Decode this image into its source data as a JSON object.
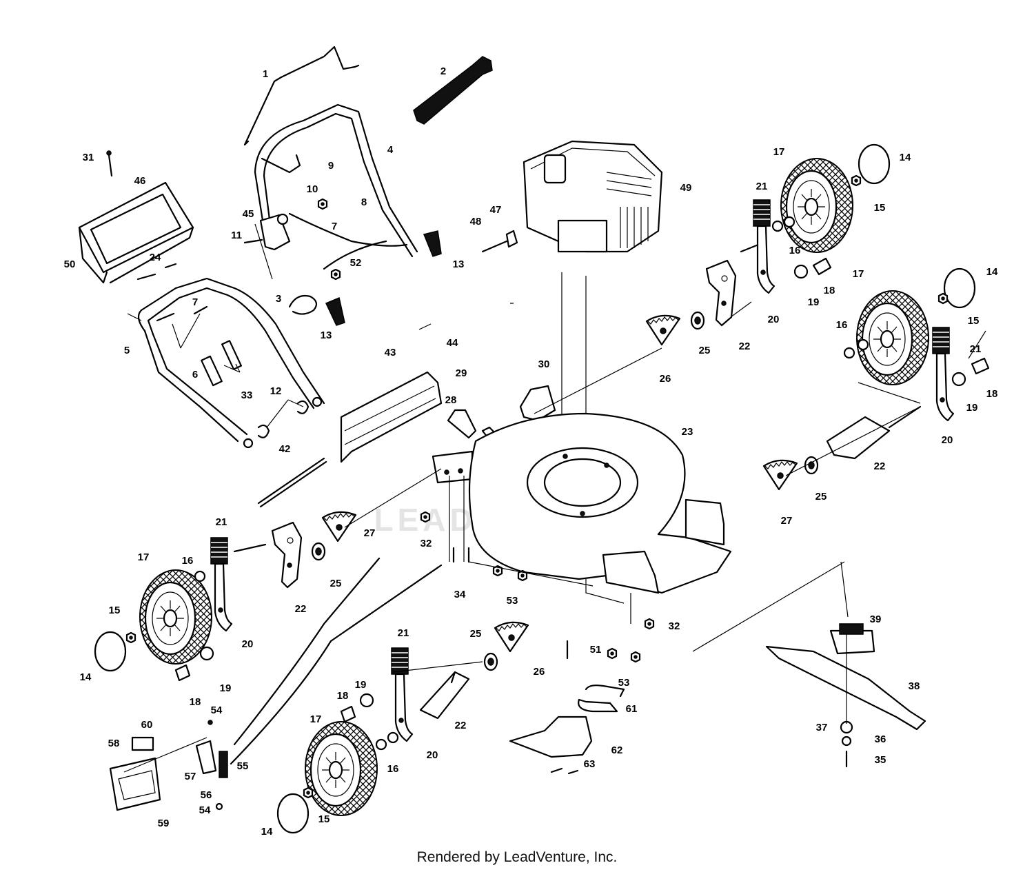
{
  "watermark": "LEADVENTURE",
  "footer_text": "Rendered by LeadVenture, Inc.",
  "callouts": [
    {
      "n": "1"
    },
    {
      "n": "2"
    },
    {
      "n": "31"
    },
    {
      "n": "46"
    },
    {
      "n": "9"
    },
    {
      "n": "4"
    },
    {
      "n": "8"
    },
    {
      "n": "10"
    },
    {
      "n": "7"
    },
    {
      "n": "45"
    },
    {
      "n": "11"
    },
    {
      "n": "50"
    },
    {
      "n": "24"
    },
    {
      "n": "52"
    },
    {
      "n": "13"
    },
    {
      "n": "48"
    },
    {
      "n": "47"
    },
    {
      "n": "49"
    },
    {
      "n": "17"
    },
    {
      "n": "14"
    },
    {
      "n": "21"
    },
    {
      "n": "15"
    },
    {
      "n": "16"
    },
    {
      "n": "18"
    },
    {
      "n": "19"
    },
    {
      "n": "20"
    },
    {
      "n": "3"
    },
    {
      "n": "13"
    },
    {
      "n": "7"
    },
    {
      "n": "5"
    },
    {
      "n": "6"
    },
    {
      "n": "33"
    },
    {
      "n": "43"
    },
    {
      "n": "44"
    },
    {
      "n": "29"
    },
    {
      "n": "30"
    },
    {
      "n": "28"
    },
    {
      "n": "26"
    },
    {
      "n": "25"
    },
    {
      "n": "22"
    },
    {
      "n": "17"
    },
    {
      "n": "14"
    },
    {
      "n": "15"
    },
    {
      "n": "16"
    },
    {
      "n": "21"
    },
    {
      "n": "18"
    },
    {
      "n": "19"
    },
    {
      "n": "20"
    },
    {
      "n": "12"
    },
    {
      "n": "42"
    },
    {
      "n": "23"
    },
    {
      "n": "22"
    },
    {
      "n": "25"
    },
    {
      "n": "27"
    },
    {
      "n": "21"
    },
    {
      "n": "16"
    },
    {
      "n": "17"
    },
    {
      "n": "15"
    },
    {
      "n": "14"
    },
    {
      "n": "32"
    },
    {
      "n": "27"
    },
    {
      "n": "25"
    },
    {
      "n": "22"
    },
    {
      "n": "20"
    },
    {
      "n": "34"
    },
    {
      "n": "53"
    },
    {
      "n": "18"
    },
    {
      "n": "19"
    },
    {
      "n": "32"
    },
    {
      "n": "39"
    },
    {
      "n": "21"
    },
    {
      "n": "25"
    },
    {
      "n": "26"
    },
    {
      "n": "51"
    },
    {
      "n": "53"
    },
    {
      "n": "38"
    },
    {
      "n": "54"
    },
    {
      "n": "18"
    },
    {
      "n": "19"
    },
    {
      "n": "22"
    },
    {
      "n": "61"
    },
    {
      "n": "60"
    },
    {
      "n": "58"
    },
    {
      "n": "17"
    },
    {
      "n": "55"
    },
    {
      "n": "16"
    },
    {
      "n": "20"
    },
    {
      "n": "62"
    },
    {
      "n": "37"
    },
    {
      "n": "36"
    },
    {
      "n": "35"
    },
    {
      "n": "57"
    },
    {
      "n": "63"
    },
    {
      "n": "56"
    },
    {
      "n": "54"
    },
    {
      "n": "59"
    },
    {
      "n": "15"
    },
    {
      "n": "14"
    }
  ]
}
